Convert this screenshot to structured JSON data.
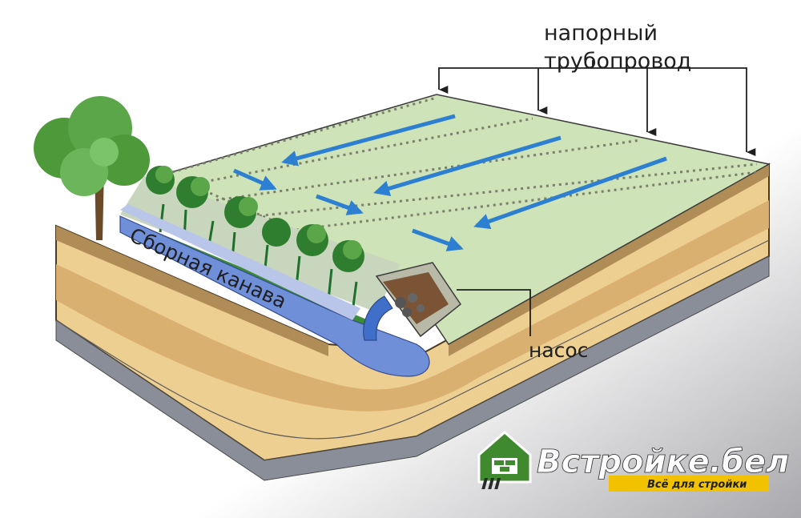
{
  "labels": {
    "pressure_pipe": [
      "напорный",
      "трубопровод"
    ],
    "collector_ditch": "Сборная канава",
    "pump": "насос"
  },
  "logo": {
    "name": "Встройке.бел",
    "tagline": "Всё для стройки"
  },
  "colors": {
    "field": "#cfe3b8",
    "arrow": "#2d7fd1",
    "water": "#6f8fd8",
    "soil_top": "#b08d57",
    "soil_light": "#eecf92",
    "soil_mid": "#d9b070",
    "rock": "#8a8e98",
    "logo_green": "#3f8a2e",
    "logo_yellow": "#f2c200"
  },
  "icons": [
    "house-logo-icon"
  ]
}
